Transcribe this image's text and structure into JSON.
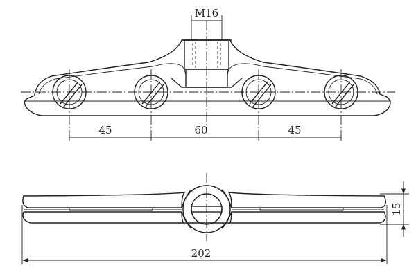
{
  "drawing": {
    "top_view": {
      "thread_label": "M16",
      "dim_left": "45",
      "dim_middle": "60",
      "dim_right": "45"
    },
    "side_view": {
      "length_label": "202",
      "thickness_label": "15"
    }
  }
}
